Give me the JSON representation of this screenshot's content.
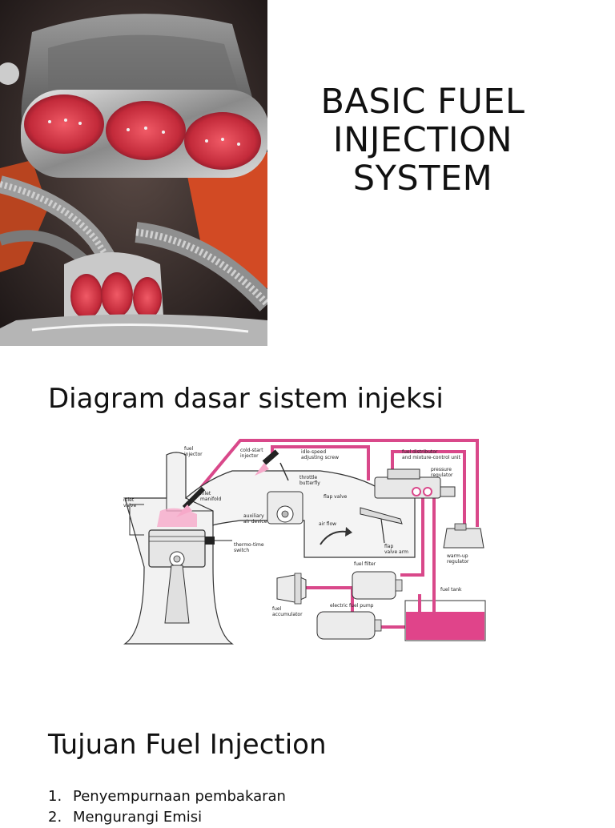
{
  "title_slide": {
    "title_lines": [
      "BASIC FUEL",
      "INJECTION",
      "SYSTEM"
    ]
  },
  "diagram_slide": {
    "heading": "Diagram dasar sistem injeksi",
    "labels": {
      "fuel_injector": [
        "fuel",
        "injector"
      ],
      "cold_start_injector": [
        "cold-start",
        "injector"
      ],
      "idle_speed_screw": [
        "idle-speed",
        "adjusting screw"
      ],
      "fuel_distributor": [
        "fuel distributor",
        "and mixture-control unit"
      ],
      "pressure_regulator": [
        "pressure",
        "regulator"
      ],
      "inlet_valve": [
        "inlet",
        "valve"
      ],
      "inlet_manifold": [
        "inlet",
        "manifold"
      ],
      "throttle_butterfly": [
        "throttle",
        "butterfly"
      ],
      "flap_valve": "flap valve",
      "auxiliary_air_device": [
        "auxiliary",
        "air device"
      ],
      "air_flow": "air flow",
      "flap_valve_arm": [
        "flap",
        "valve arm"
      ],
      "thermo_time_switch": [
        "thermo-time",
        "switch"
      ],
      "warm_up_regulator": [
        "warm-up",
        "regulator"
      ],
      "fuel_filter": "fuel filter",
      "fuel_tank": "fuel tank",
      "fuel_accumulator": [
        "fuel",
        "accumulator"
      ],
      "electric_fuel_pump": "electric fuel pump"
    },
    "colors": {
      "fuel_line": "#d9488a",
      "fuel_tank": "#e0448a",
      "highlight": "#f6a9c9",
      "outline": "#333333"
    }
  },
  "purpose_slide": {
    "heading": "Tujuan Fuel Injection",
    "items": [
      {
        "num": "1.",
        "text": "Penyempurnaan pembakaran"
      },
      {
        "num": "2.",
        "text": "Mengurangi Emisi"
      }
    ]
  }
}
